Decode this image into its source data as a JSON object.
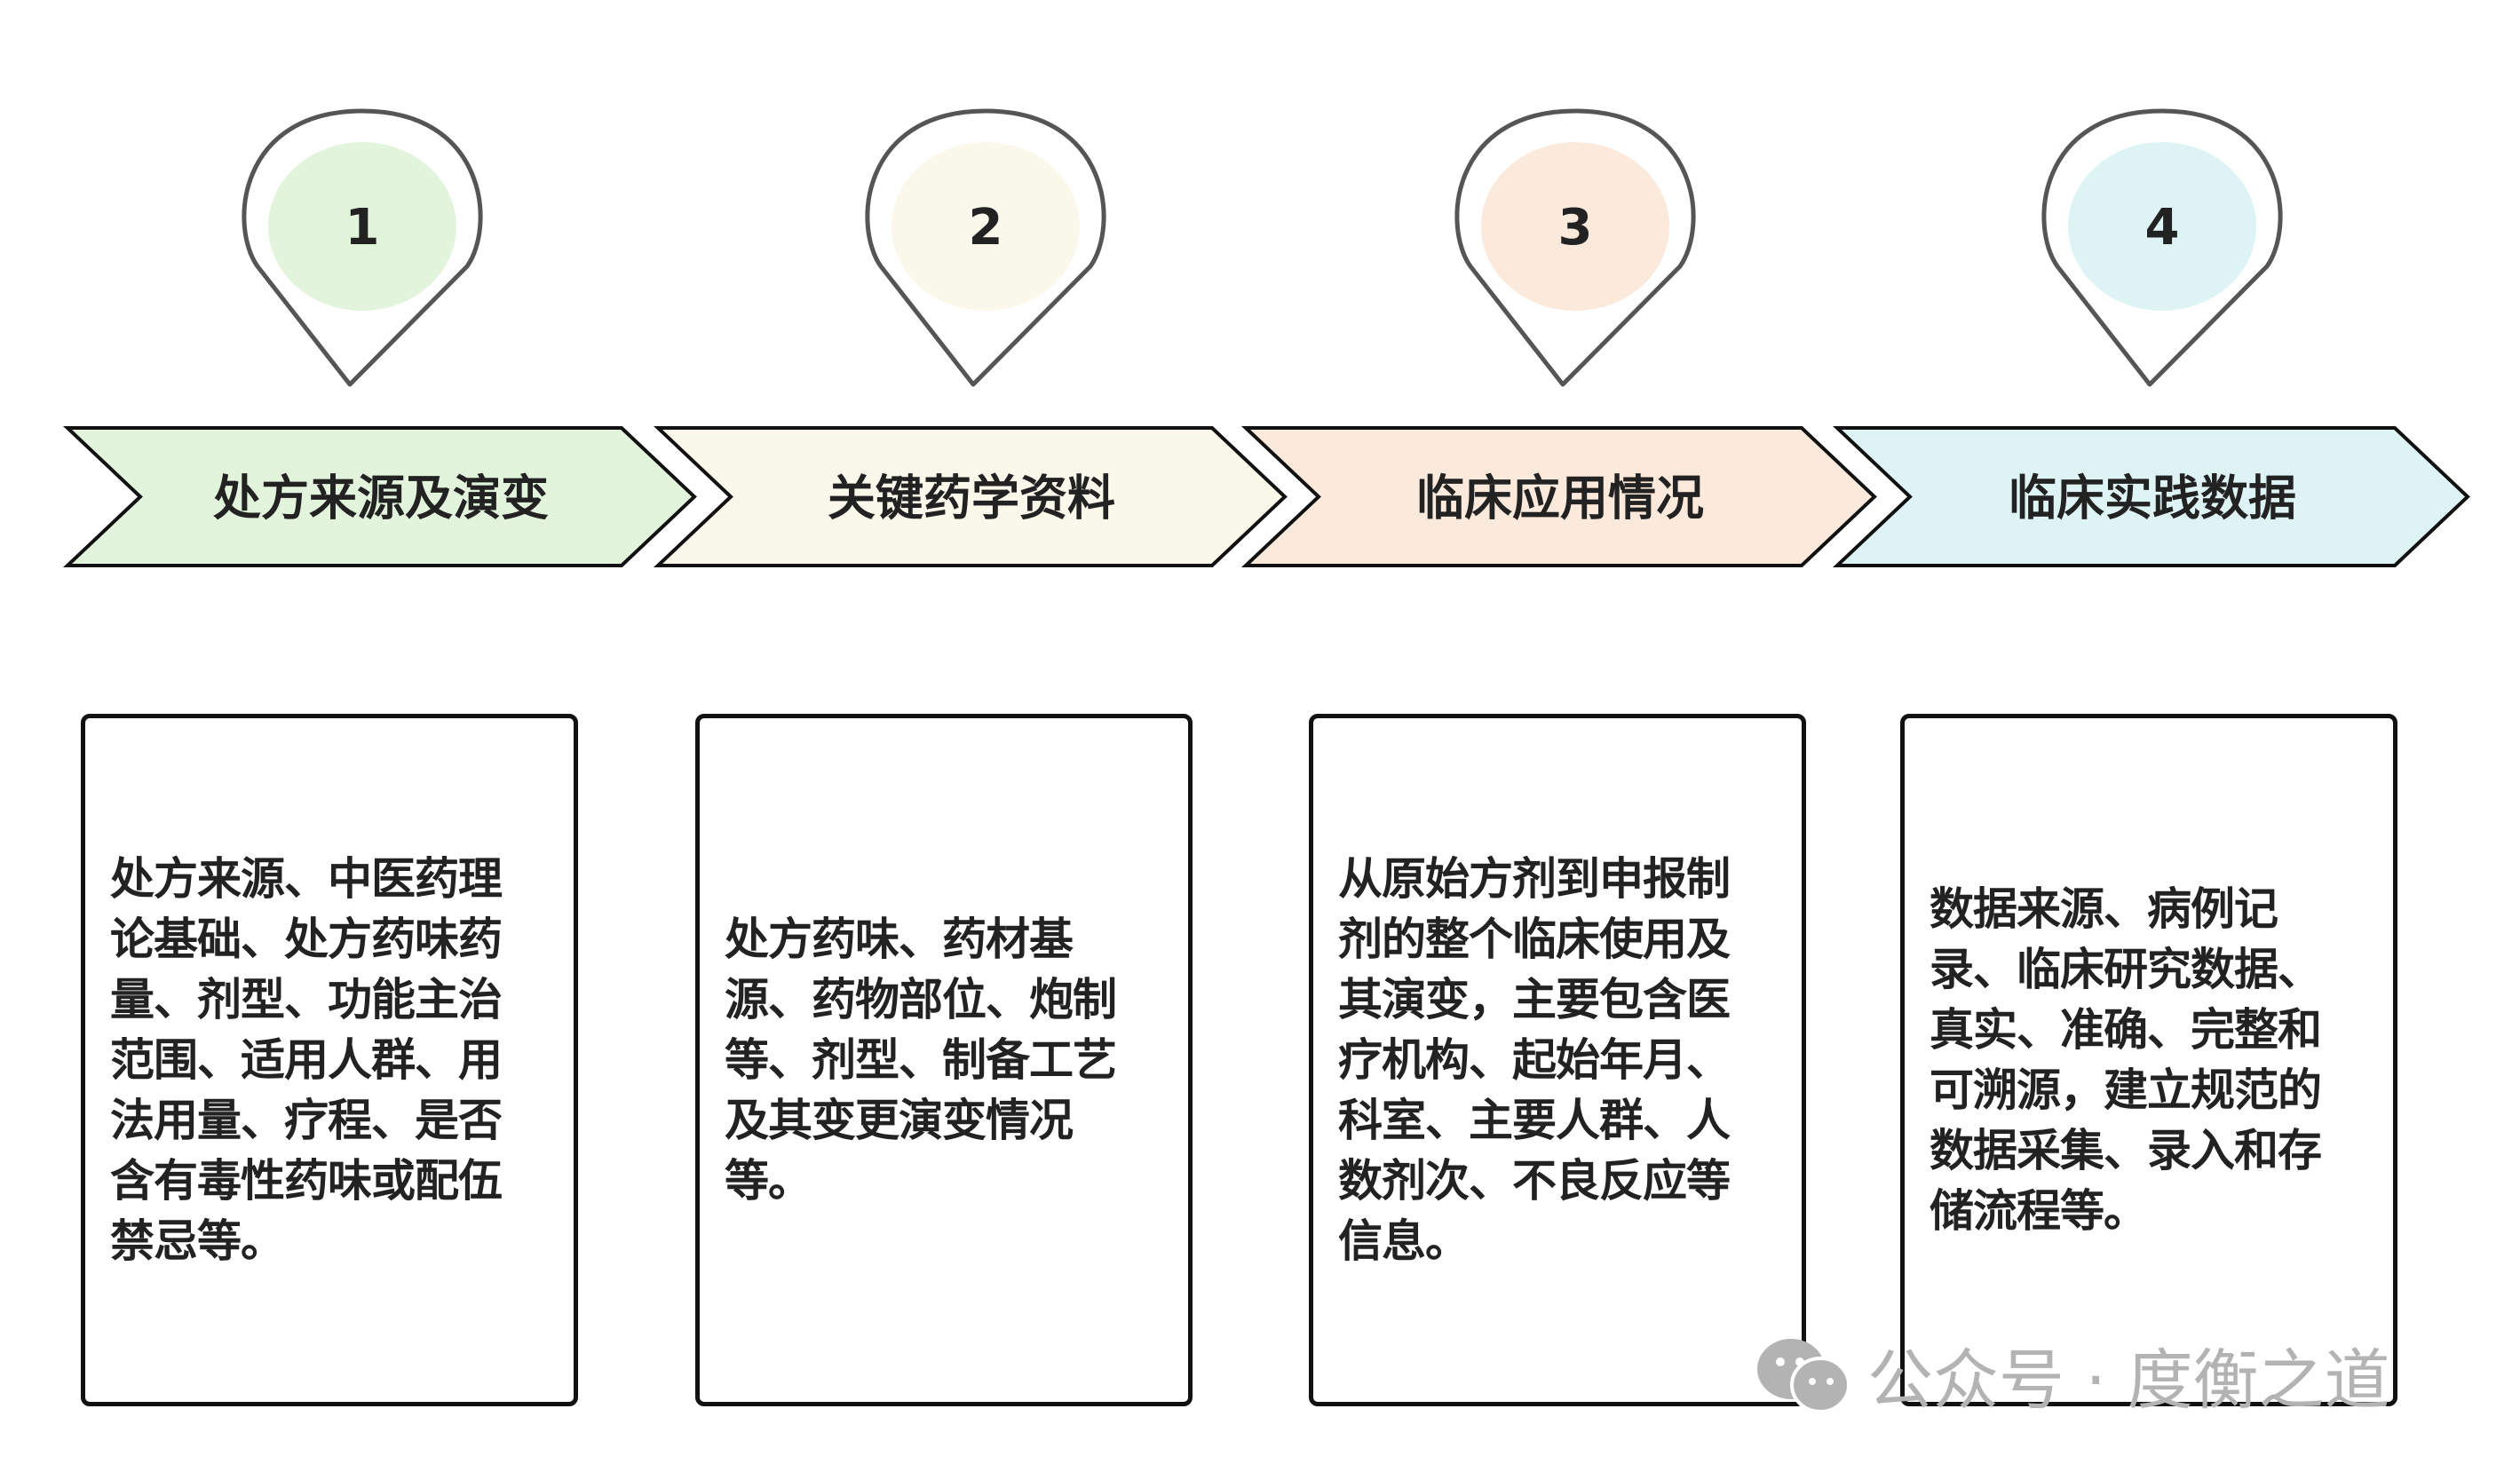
{
  "steps": [
    {
      "number": "1",
      "title": "处方来源及演变",
      "color": "#e2f5dc",
      "lines": [
        "处方来源、中医药理",
        "论基础、处方药味药",
        "量、剂型、功能主治",
        "范围、适用人群、用",
        "法用量、疗程、是否",
        "含有毒性药味或配伍",
        "禁忌等。"
      ]
    },
    {
      "number": "2",
      "title": "关键药学资料",
      "color": "#faf8ea",
      "lines": [
        "处方药味、药材基",
        "源、药物部位、炮制",
        "等、剂型、制备工艺",
        "及其变更演变情况",
        "等。"
      ]
    },
    {
      "number": "3",
      "title": "临床应用情况",
      "color": "#fbe9dc",
      "lines": [
        "从原始方剂到申报制",
        "剂的整个临床使用及",
        "其演变，主要包含医",
        "疗机构、起始年月、",
        "科室、主要人群、人",
        "数剂次、不良反应等",
        "信息。"
      ]
    },
    {
      "number": "4",
      "title": "临床实践数据",
      "color": "#def4f4",
      "lines": [
        "数据来源、病例记",
        "录、临床研究数据、",
        "真实、准确、完整和",
        "可溯源，建立规范的",
        "数据采集、录入和存",
        "储流程等。"
      ]
    }
  ],
  "watermark": "公众号 · 度衡之道"
}
